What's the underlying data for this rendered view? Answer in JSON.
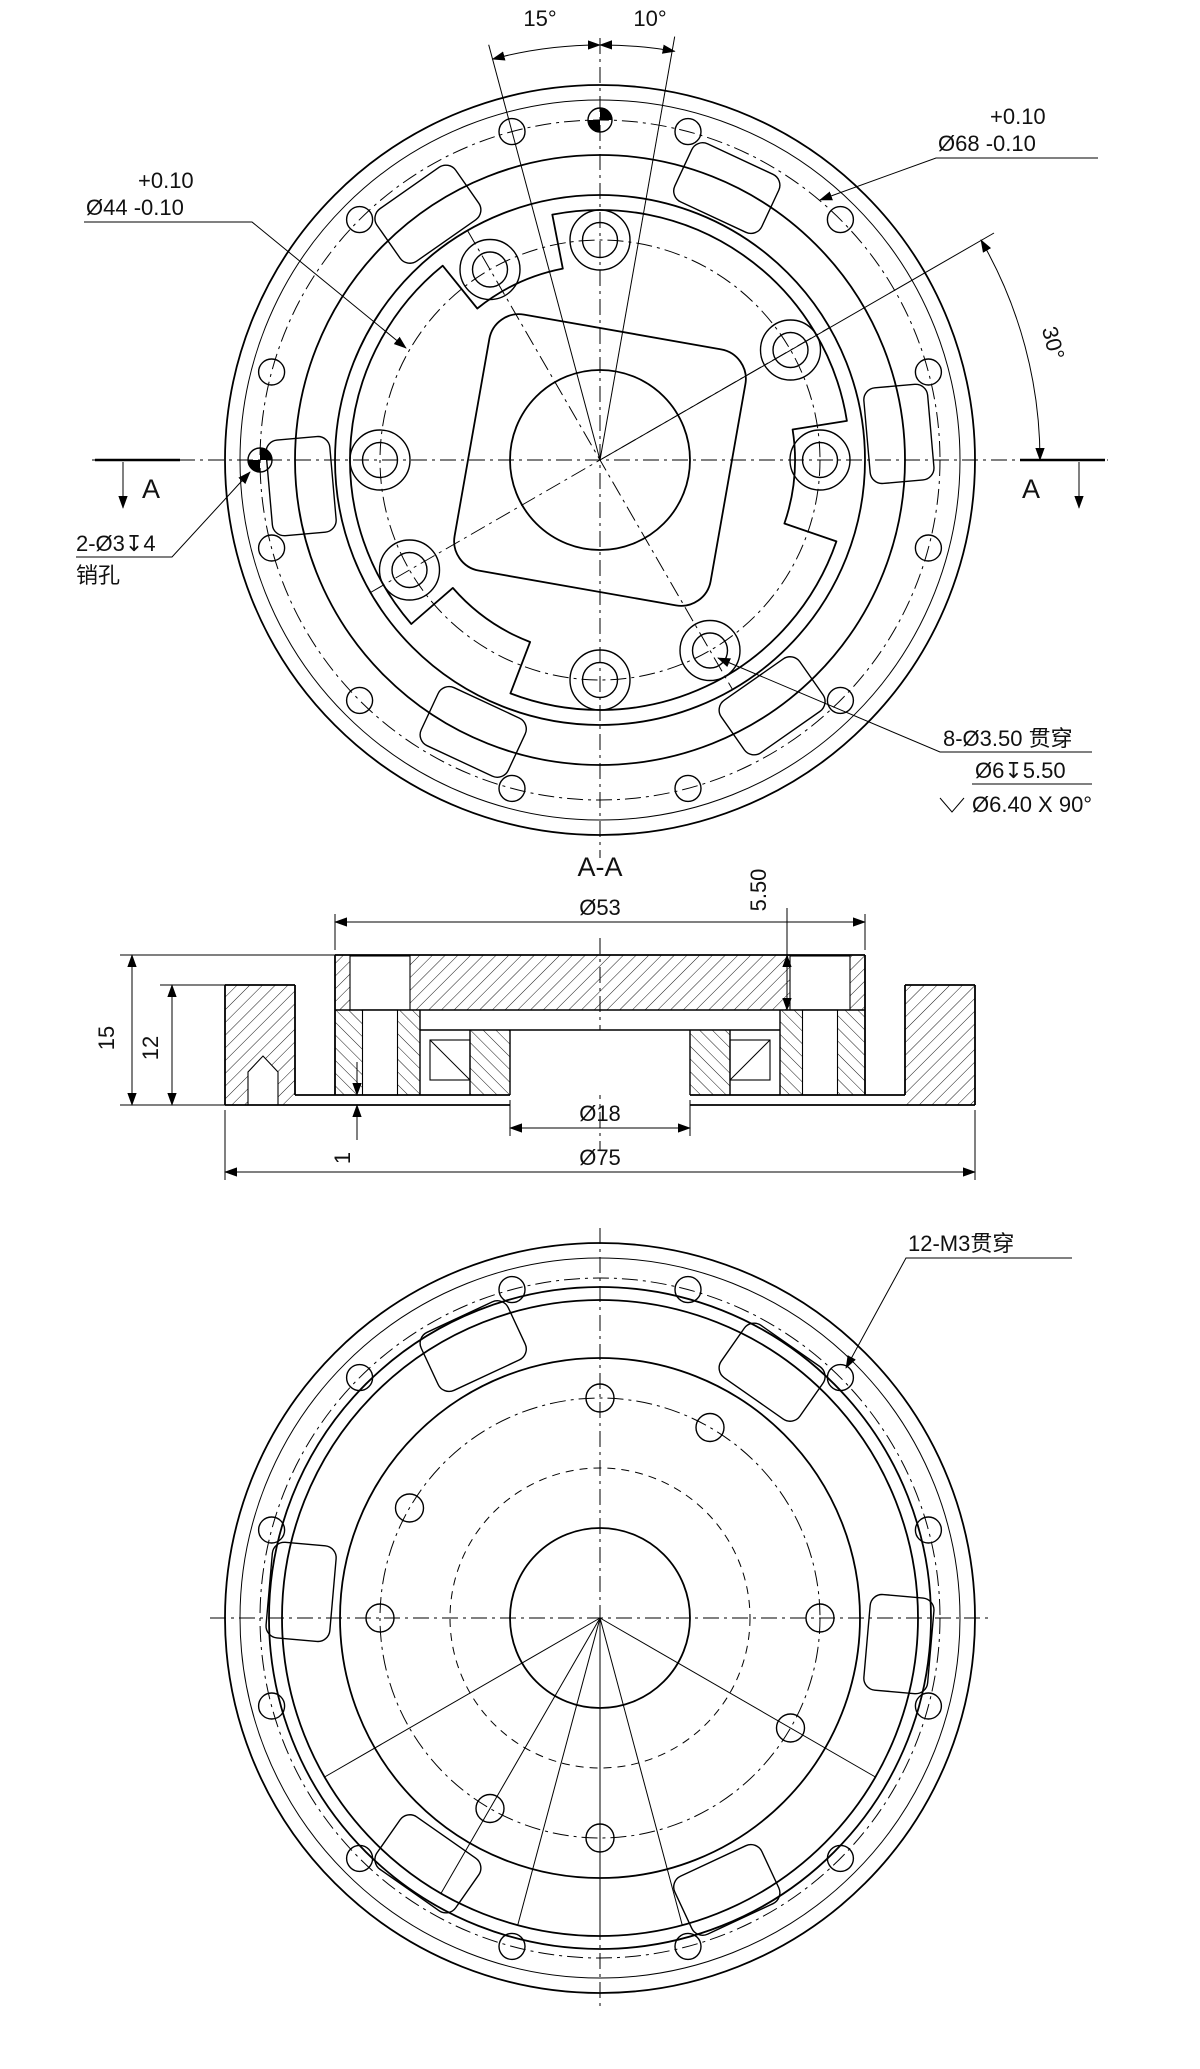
{
  "page": {
    "background": "#ffffff",
    "line_color": "#000000"
  },
  "top_view": {
    "angle_left": "15°",
    "angle_right": "10°",
    "angle_30": "30°",
    "dia68_tol_plus": "+0.10",
    "dia68_label": "Ø68 -0.10",
    "dia44_tol_plus": "+0.10",
    "dia44_label": "Ø44 -0.10",
    "cut_label_left": "A",
    "cut_label_right": "A",
    "pin_note_line1": "2-Ø3↧4",
    "pin_note_line2": "销孔",
    "hole_note_line1": "8-Ø3.50 贯穿",
    "hole_note_line2": "Ø6↧5.50",
    "hole_note_line3": "Ø6.40 X 90°"
  },
  "section_view": {
    "title": "A-A",
    "dia53": "Ø53",
    "cb_depth": "5.50",
    "height_total": "15",
    "height_flange": "12",
    "step": "1",
    "dia18": "Ø18",
    "dia75": "Ø75"
  },
  "bottom_view": {
    "thread_note": "12-M3贯穿"
  }
}
